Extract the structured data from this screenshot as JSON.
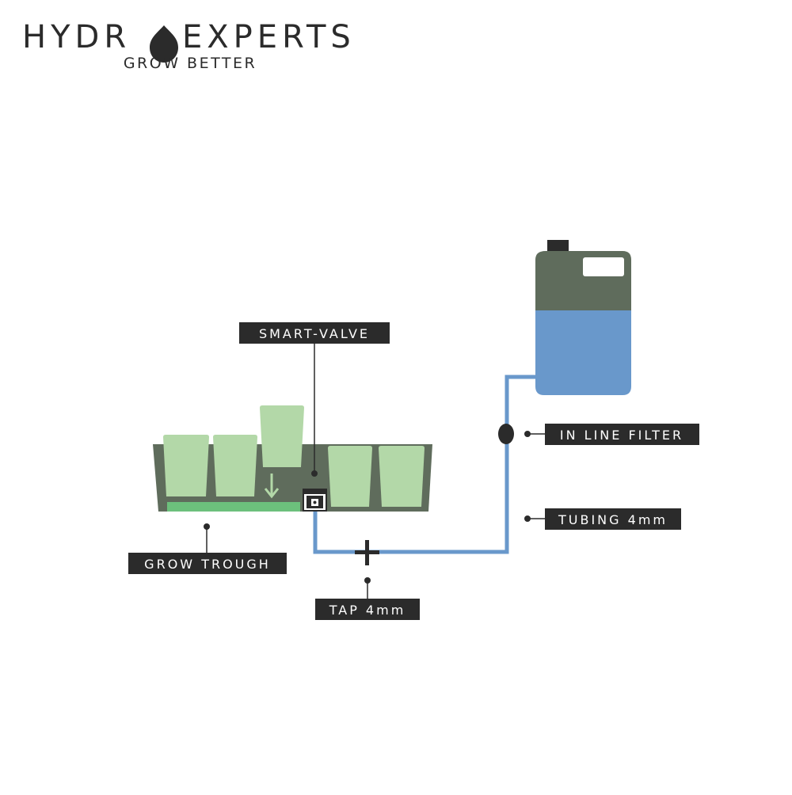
{
  "brand": {
    "name_part1": "HYDR",
    "name_part2": "EXPERTS",
    "tagline": "GROW BETTER",
    "text_color": "#2b2b2b"
  },
  "labels": {
    "smart_valve": "SMART-VALVE",
    "in_line_filter": "IN LINE FILTER",
    "tubing": "TUBING 4mm",
    "grow_trough": "GROW TROUGH",
    "tap": "TAP 4mm"
  },
  "colors": {
    "trough": "#5f6c5c",
    "pot": "#b3d8a8",
    "water_channel": "#6cc07c",
    "tubing": "#6998cb",
    "tank_top": "#5f6c5c",
    "tank_water": "#6998cb",
    "label_bg": "#2b2b2b",
    "label_text": "#ffffff",
    "dark": "#2b2b2b"
  },
  "icons": [
    "water-drop-icon",
    "down-arrow-icon"
  ]
}
